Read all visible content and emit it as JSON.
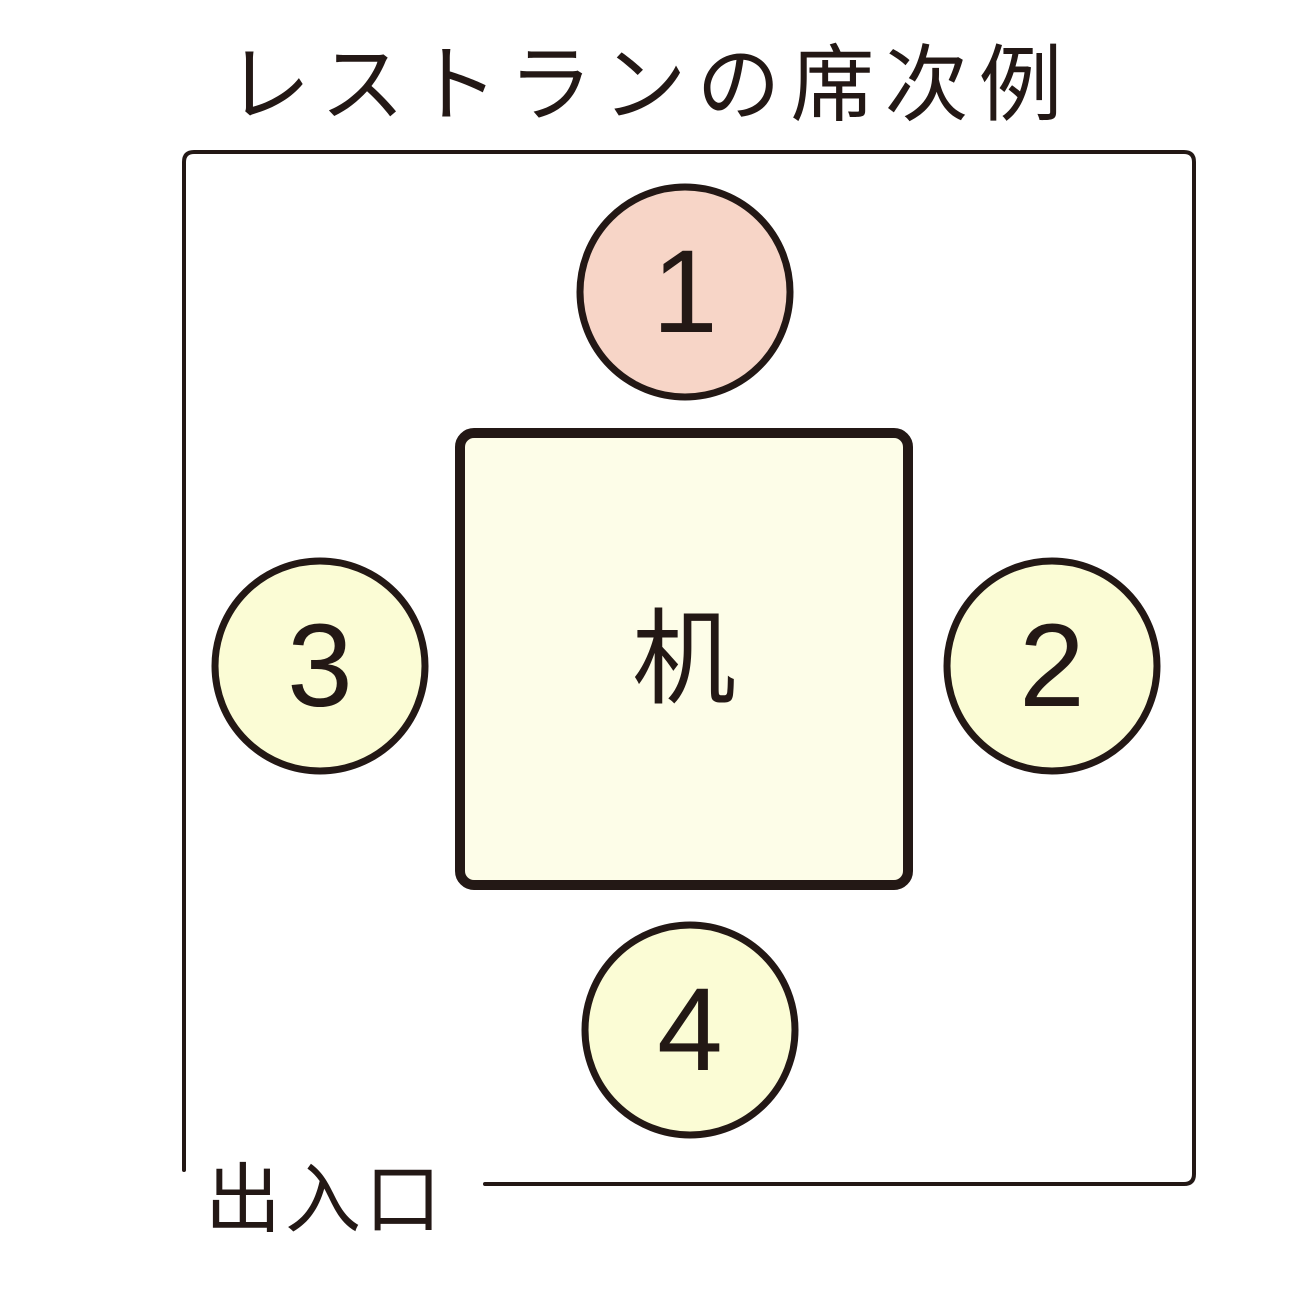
{
  "title": "レストランの席次例",
  "table": {
    "label": "机",
    "fill": "#fdfde8"
  },
  "entrance": {
    "label": "出入口"
  },
  "seats": [
    {
      "label": "1",
      "fill": "#f7d5c7"
    },
    {
      "label": "2",
      "fill": "#fbfcd5"
    },
    {
      "label": "3",
      "fill": "#fbfcd5"
    },
    {
      "label": "4",
      "fill": "#fbfcd5"
    }
  ]
}
